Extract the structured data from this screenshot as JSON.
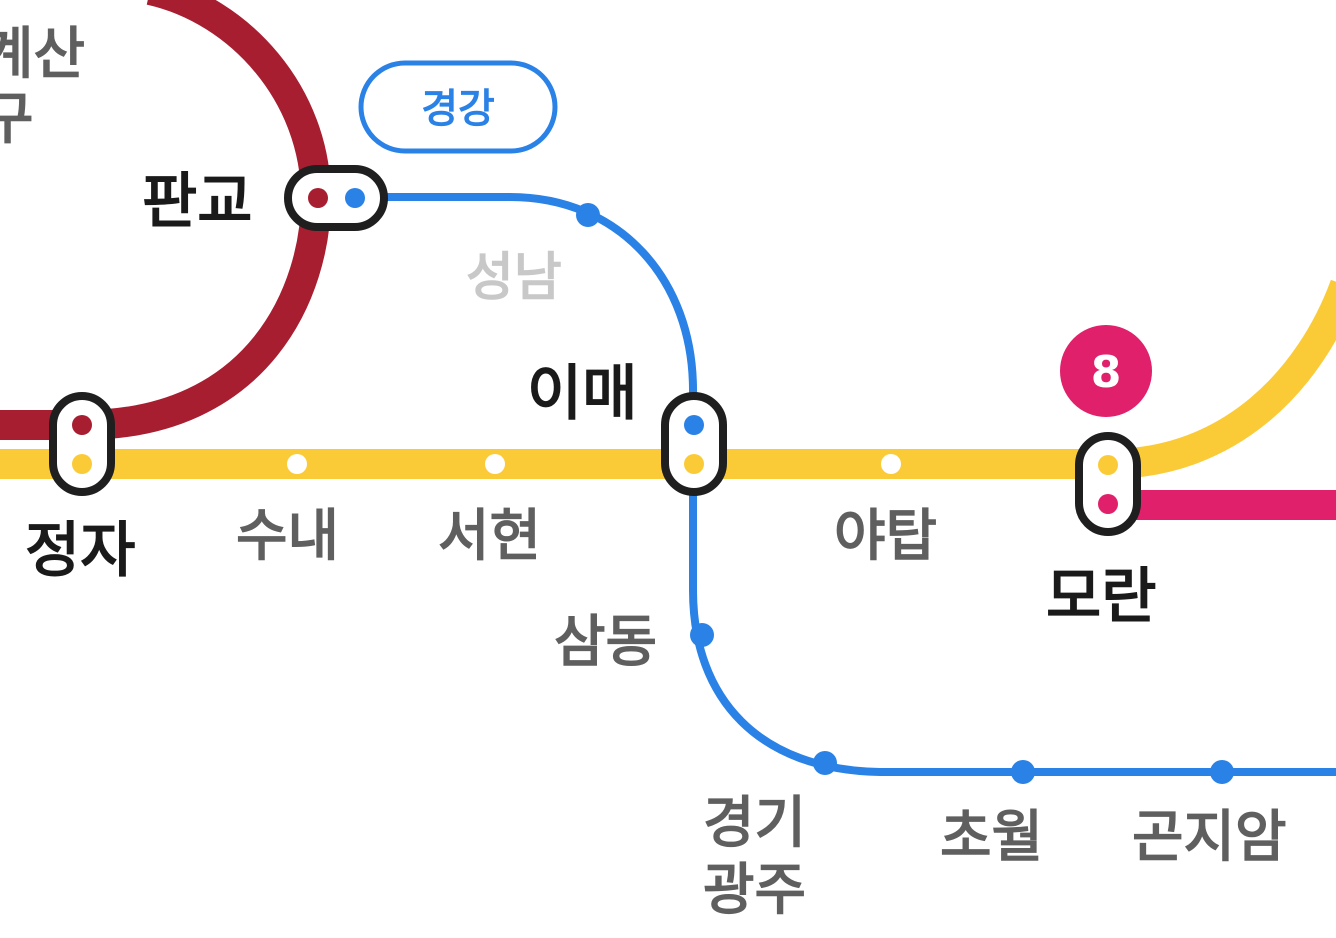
{
  "colors": {
    "sinbundang": "#A71E31",
    "suin_bundang": "#FBCB37",
    "gyeonggang": "#2B82E6",
    "line8": "#E0206B",
    "transfer_border": "#1f1f1f",
    "minor_dot": "#ffffff"
  },
  "lines": {
    "gyeonggang": {
      "label": "경강"
    },
    "line8": {
      "label": "8"
    }
  },
  "stations": {
    "gyesan_top": "계산",
    "gyesan_bottom": "구",
    "pangyo": "판교",
    "seongnam": "성남",
    "imae": "이매",
    "jeongja": "정자",
    "sunae": "수내",
    "seohyeon": "서현",
    "yatap": "야탑",
    "moran": "모란",
    "samdong": "삼동",
    "gyeonggi_gwangju_1": "경기",
    "gyeonggi_gwangju_2": "광주",
    "chowol": "초월",
    "gonjiam": "곤지암"
  },
  "icons": [
    "transfer-station-icon",
    "station-dot-icon",
    "line-8-badge-icon"
  ]
}
